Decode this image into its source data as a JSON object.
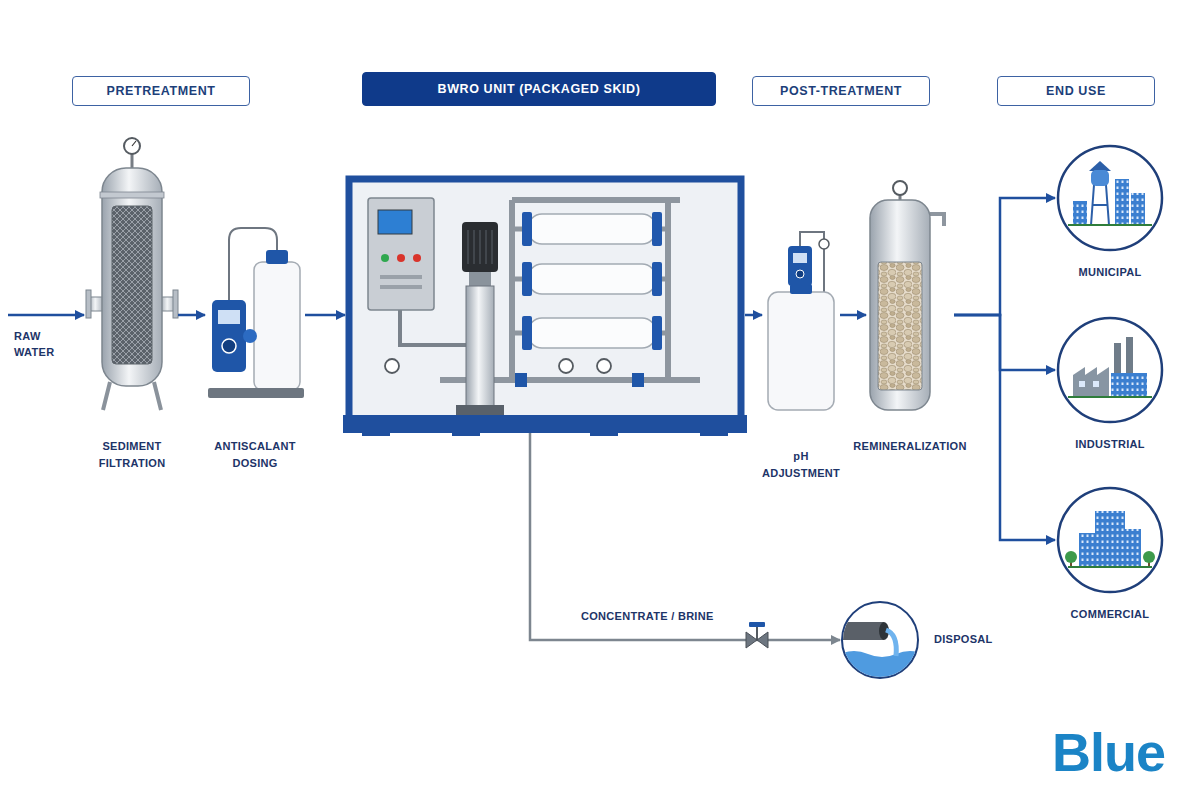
{
  "diagram": {
    "nodes": [
      {
        "text": [
          "PRETREATMENT"
        ]
      },
      {
        "text": [
          "BWRO UNIT (PACKAGED SKID)"
        ]
      },
      {
        "text": [
          "POST-TREATMENT"
        ]
      },
      {
        "text": [
          "END USE"
        ]
      },
      {
        "text": [
          "SEDIMENT FILTRATION"
        ]
      },
      {
        "text": [
          "ANTISCALANT DOSING"
        ]
      },
      {
        "text": []
      },
      {
        "text": [
          "pH ADJUSTMENT"
        ]
      },
      {
        "text": [
          "REMINERALIZATION"
        ]
      },
      {
        "text": [
          "MUNICIPAL"
        ]
      },
      {
        "text": [
          "INDUSTRIAL"
        ]
      },
      {
        "text": [
          "COMMERCIAL"
        ]
      },
      {
        "text": [
          "DISPOSAL"
        ]
      }
    ],
    "edges": [
      {
        "from": 4,
        "to": 5,
        "arrow": "to"
      },
      {
        "from": 5,
        "to": 6,
        "arrow": "to"
      },
      {
        "from": 6,
        "to": 7,
        "arrow": "to"
      },
      {
        "from": 7,
        "to": 8,
        "arrow": "to"
      },
      {
        "from": 8,
        "to": 9,
        "arrow": "to"
      },
      {
        "from": 8,
        "to": 10,
        "arrow": "to"
      },
      {
        "from": 8,
        "to": 11,
        "arrow": "to"
      },
      {
        "from": 6,
        "to": 12,
        "label": "CONCENTRATE / BRINE",
        "arrow": "to"
      }
    ],
    "labels": [
      "RAW WATER",
      "Blue"
    ]
  }
}
